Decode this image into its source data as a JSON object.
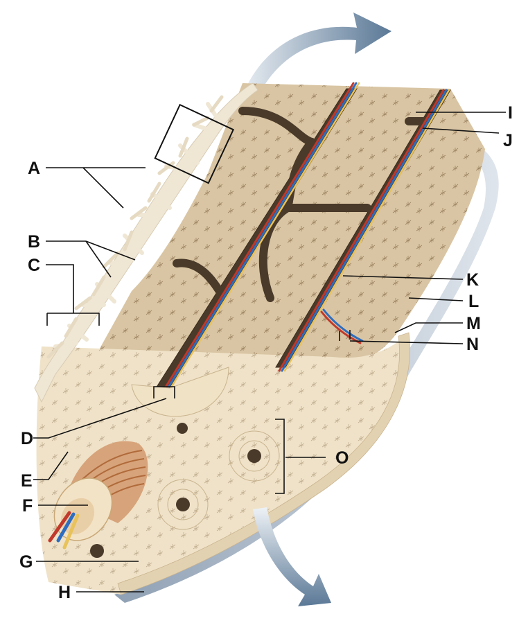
{
  "labels": {
    "A": "A",
    "B": "B",
    "C": "C",
    "D": "D",
    "E": "E",
    "F": "F",
    "G": "G",
    "H": "H",
    "I": "I",
    "J": "J",
    "K": "K",
    "L": "L",
    "M": "M",
    "N": "N",
    "O": "O"
  },
  "colors": {
    "compact_bone": "#d9c5a3",
    "cross_section": "#efe2c8",
    "canal": "#4a3a2a",
    "spongy_bone": "#efe6d4",
    "periosteum": "#c7ced8",
    "artery": "#c0392b",
    "vein": "#2e6dbf",
    "nerve": "#e8c25a",
    "arrow": "#5a7896"
  }
}
